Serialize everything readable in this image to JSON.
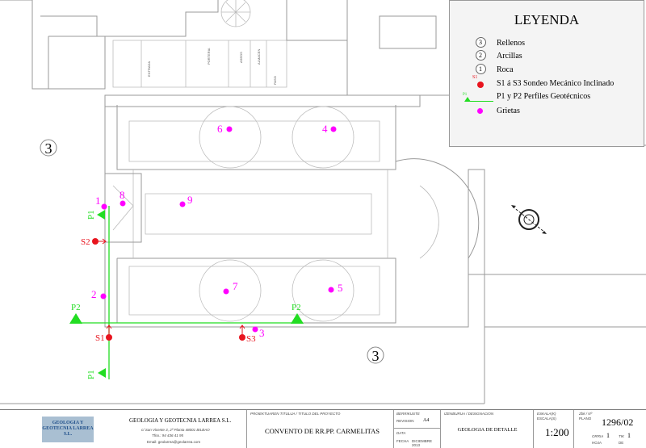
{
  "legend": {
    "title": "LEYENDA",
    "items": [
      {
        "symbol": "3",
        "label": "Rellenos"
      },
      {
        "symbol": "2",
        "label": "Arcillas"
      },
      {
        "symbol": "1",
        "label": "Roca"
      },
      {
        "symbol": "S1",
        "label": "S1 á S3 Sondeo Mecánico Inclinado"
      },
      {
        "symbol": "P1",
        "label": "P1 y P2 Perfiles Geotécnicos"
      },
      {
        "symbol": "",
        "label": "Grietas"
      }
    ]
  },
  "colors": {
    "grieta": "#ff00ff",
    "sondeo": "#e8141e",
    "perfil": "#22dd22"
  },
  "plan": {
    "zones": [
      "3",
      "3"
    ],
    "room_labels": [
      "ENTRADA",
      "PORTERIA",
      "ASEOS",
      "ALMACEN",
      "PASO"
    ],
    "grietas": [
      "1",
      "8",
      "9",
      "6",
      "4",
      "7",
      "5",
      "2",
      "3"
    ],
    "sondeos": [
      "S1",
      "S2",
      "S3"
    ],
    "perfiles": [
      "P1",
      "P1",
      "P2",
      "P2"
    ]
  },
  "titleblock": {
    "company_logo": "GEOLOGIA Y GEOTECNIA LARREA S.L.",
    "company": "GEOLOGIA Y GEOTECNIA LARREA S.L.",
    "address": "c/ San Vicente 3, 2º Planta  48001 BILBAO",
    "phone": "Tfno.: 94 436 41 95",
    "email": "Email: geolarrea@geolarrea.com",
    "project_header": "PROIEKTUAREN TITULUA  / TITULO DEL PROYECTO",
    "project": "CONVENTO DE RR.PP. CARMELITAS",
    "revision_header": "BERRIKUSTE",
    "revision_label": "REVISION",
    "revision": "A4",
    "date_header": "DATA",
    "date_label": "FECHA",
    "date": "DICIEMBRE 2013",
    "designation_header": "IZENBURUA /  DESIGNACION",
    "designation": "GEOLOGIA DE DETALLE",
    "scale_header": "ESKALA(K)",
    "scale_label": "ESCALA(S)",
    "scale": "1:200",
    "plan_header": "Zbk / Nº",
    "plan_label": "PLANO",
    "plan_number": "1296/02",
    "sheet_header": "ORRIA",
    "sheet_label": "HOJA",
    "sheet": "1",
    "of_header": "TIK",
    "of_label": "DE",
    "of": "1"
  }
}
